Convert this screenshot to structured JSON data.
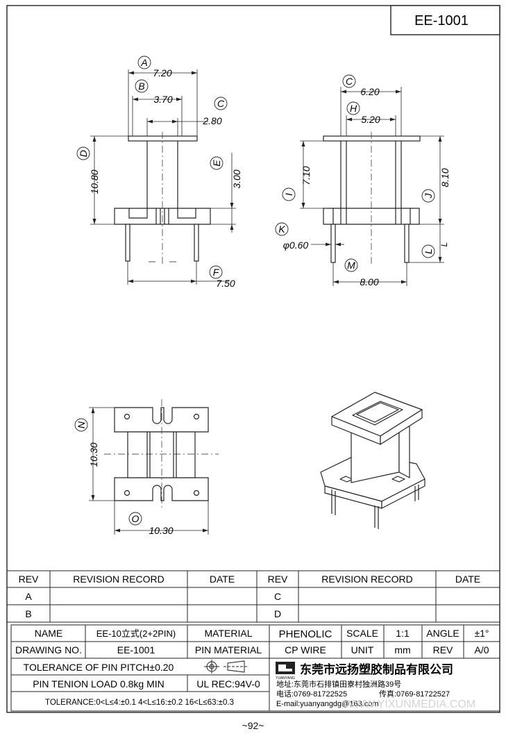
{
  "drawing_id": "EE-1001",
  "page_number": "~92~",
  "watermark": "WWW.YIXUNMEDIA.COM",
  "labels": {
    "A": "A",
    "B": "B",
    "C": "C",
    "D": "D",
    "E": "E",
    "F": "F",
    "H": "H",
    "I": "I",
    "J": "J",
    "K": "K",
    "L": "L",
    "M": "M",
    "N": "N",
    "O": "O"
  },
  "dimensions": {
    "front_a": "7.20",
    "front_b": "3.70",
    "front_c": "2.80",
    "front_d": "10.80",
    "front_e": "3.00",
    "front_f": "7.50",
    "side_c": "6.20",
    "side_h": "5.20",
    "side_i": "7.10",
    "side_j": "8.10",
    "side_k": "φ0.60",
    "side_l": "L",
    "side_m": "8.00",
    "top_n": "10.30",
    "top_o": "10.30"
  },
  "revision_table": {
    "headers": [
      "REV",
      "REVISION RECORD",
      "DATE",
      "REV",
      "REVISION RECORD",
      "DATE"
    ],
    "rows": [
      [
        "A",
        "",
        "",
        "C",
        "",
        ""
      ],
      [
        "B",
        "",
        "",
        "D",
        "",
        ""
      ]
    ]
  },
  "title_block": {
    "name_label": "NAME",
    "name_value": "EE-10立式(2+2PIN)",
    "material_label": "MATERIAL",
    "material_value": "PHENOLIC",
    "scale_label": "SCALE",
    "scale_value": "1:1",
    "angle_label": "ANGLE",
    "angle_value": "±1°",
    "drawing_no_label": "DRAWING NO.",
    "drawing_no_value": "EE-1001",
    "pin_material_label": "PIN MATERIAL",
    "pin_material_value": "CP WIRE",
    "unit_label": "UNIT",
    "unit_value": "mm",
    "rev_label": "REV",
    "rev_value": "A/0",
    "tolerance_pin_pitch": "TOLERANCE OF PIN PITCH±0.20",
    "pin_tension": "PIN TENION LOAD 0.8kg MIN",
    "ul_rec": "UL REC:94V-0",
    "tolerance_general": "TOLERANCE:0<L≤4:±0.1  4<L≤16:±0.2  16<L≤63:±0.3",
    "company_name": "东莞市远扬塑胶制品有限公司",
    "logo_text": "YUANYANG",
    "address": "地址:东莞市石排镇田寮村独洲路39号",
    "phone": "电话:0769-81722525",
    "fax": "传真:0769-81722527",
    "email": "E-mail:yuanyangdg@163.com"
  }
}
